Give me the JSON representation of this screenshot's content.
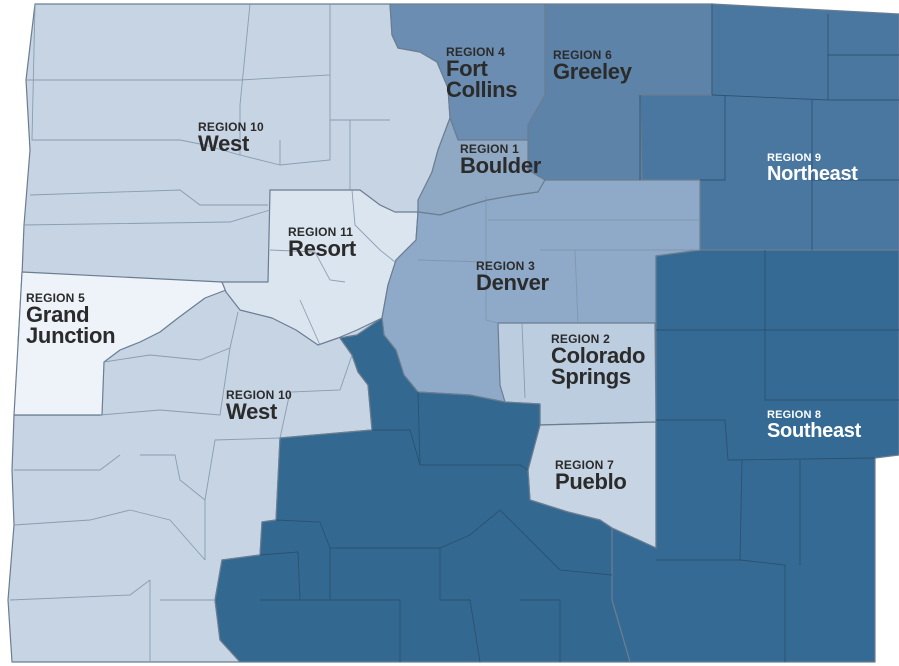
{
  "map": {
    "regions": [
      {
        "id": "r10-north",
        "small": "REGION 10",
        "name": "West"
      },
      {
        "id": "r10-south",
        "small": "REGION 10",
        "name": "West"
      },
      {
        "id": "r11",
        "small": "REGION 11",
        "name": "Resort"
      },
      {
        "id": "r5",
        "small": "REGION 5",
        "name": "Grand Junction"
      },
      {
        "id": "r4",
        "small": "REGION 4",
        "name": "Fort Collins"
      },
      {
        "id": "r6",
        "small": "REGION 6",
        "name": "Greeley"
      },
      {
        "id": "r1",
        "small": "REGION 1",
        "name": "Boulder"
      },
      {
        "id": "r9",
        "small": "REGION 9",
        "name": "Northeast"
      },
      {
        "id": "r3",
        "small": "REGION 3",
        "name": "Denver"
      },
      {
        "id": "r2",
        "small": "REGION 2",
        "name": "Colorado Springs"
      },
      {
        "id": "r8",
        "small": "REGION 8",
        "name": "Southeast"
      },
      {
        "id": "r7",
        "small": "REGION 7",
        "name": "Pueblo"
      }
    ],
    "colors": {
      "r5": "#eef3f9",
      "r10": "#c6d4e3",
      "r11": "#dbe5ef",
      "r7": "#c6d4e3",
      "r2": "#bccde0",
      "r3": "#8eaac8",
      "r1": "#8fa9c4",
      "r4": "#6b8db1",
      "r6": "#5d83a9",
      "r9": "#4a77a0",
      "r8": "#346a93",
      "south": "#336990"
    }
  }
}
